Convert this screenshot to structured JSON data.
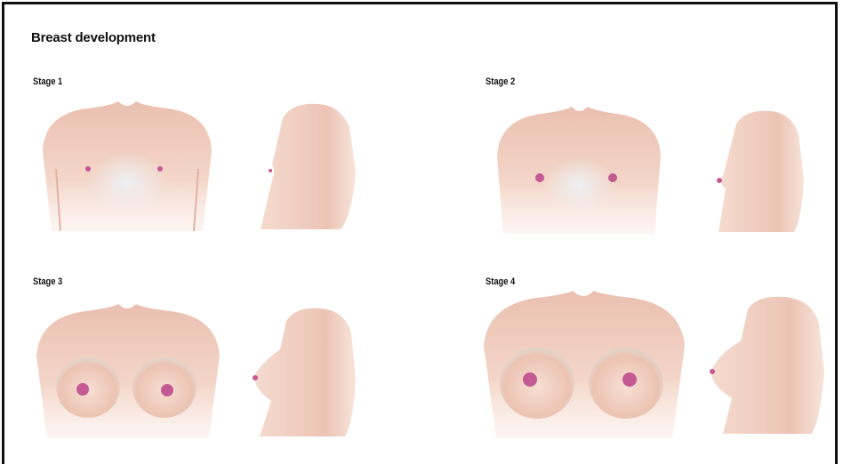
{
  "title": "Breast development",
  "stages": [
    {
      "label": "Stage 1"
    },
    {
      "label": "Stage 2"
    },
    {
      "label": "Stage 3"
    },
    {
      "label": "Stage 4"
    }
  ],
  "colors": {
    "skin": "#f2d2c4",
    "skin_shadow": "#e6b8a8",
    "areola": "#c45a94",
    "border": "#111111"
  }
}
